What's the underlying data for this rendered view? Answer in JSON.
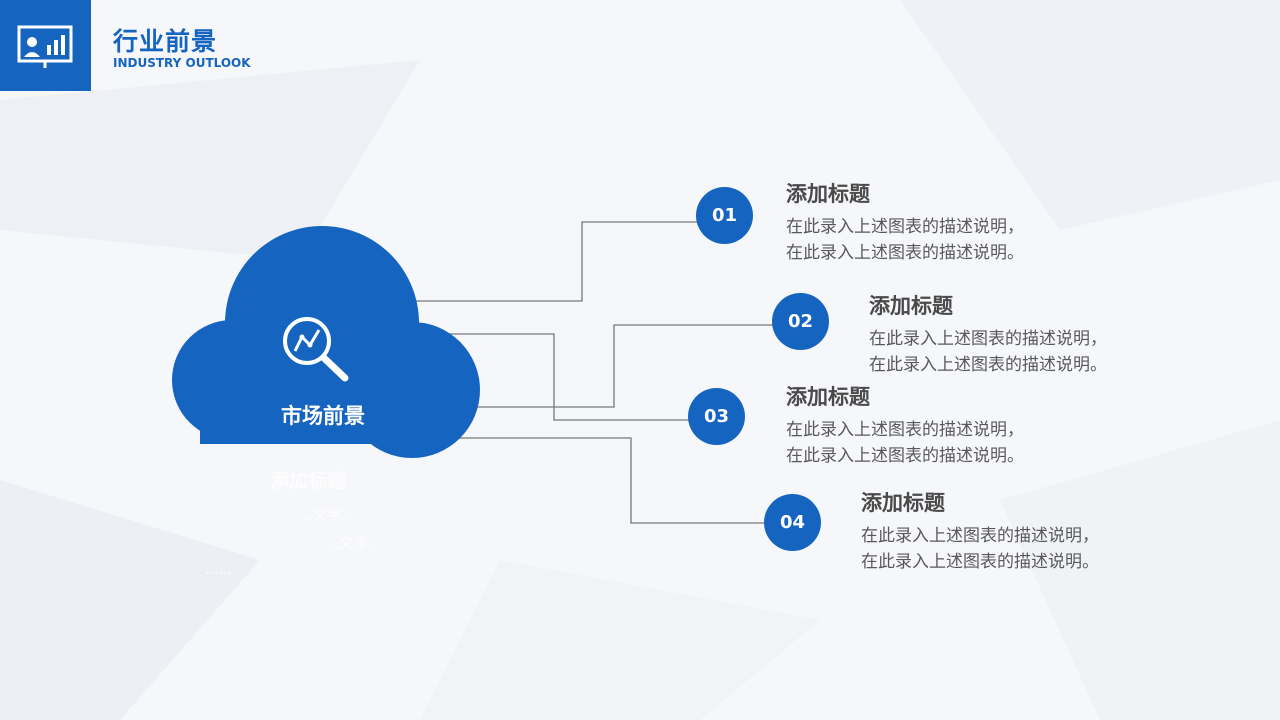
{
  "header": {
    "title_cn": "行业前景",
    "title_en": "INDUSTRY OUTLOOK",
    "logo_icon": "presentation-chart-icon"
  },
  "cloud": {
    "label": "市场前景",
    "icon": "magnifier-trend-icon",
    "faded_title": "添加标题",
    "faded_lines": [
      "...文字...",
      "...文字...",
      "......"
    ]
  },
  "items": [
    {
      "num": "01",
      "title": "添加标题",
      "line1": "在此录入上述图表的描述说明，",
      "line2": "在此录入上述图表的描述说明。"
    },
    {
      "num": "02",
      "title": "添加标题",
      "line1": "在此录入上述图表的描述说明，",
      "line2": "在此录入上述图表的描述说明。"
    },
    {
      "num": "03",
      "title": "添加标题",
      "line1": "在此录入上述图表的描述说明，",
      "line2": "在此录入上述图表的描述说明。"
    },
    {
      "num": "04",
      "title": "添加标题",
      "line1": "在此录入上述图表的描述说明，",
      "line2": "在此录入上述图表的描述说明。"
    }
  ],
  "colors": {
    "accent": "#1565c0",
    "connector": "#777777",
    "text": "#595959"
  }
}
